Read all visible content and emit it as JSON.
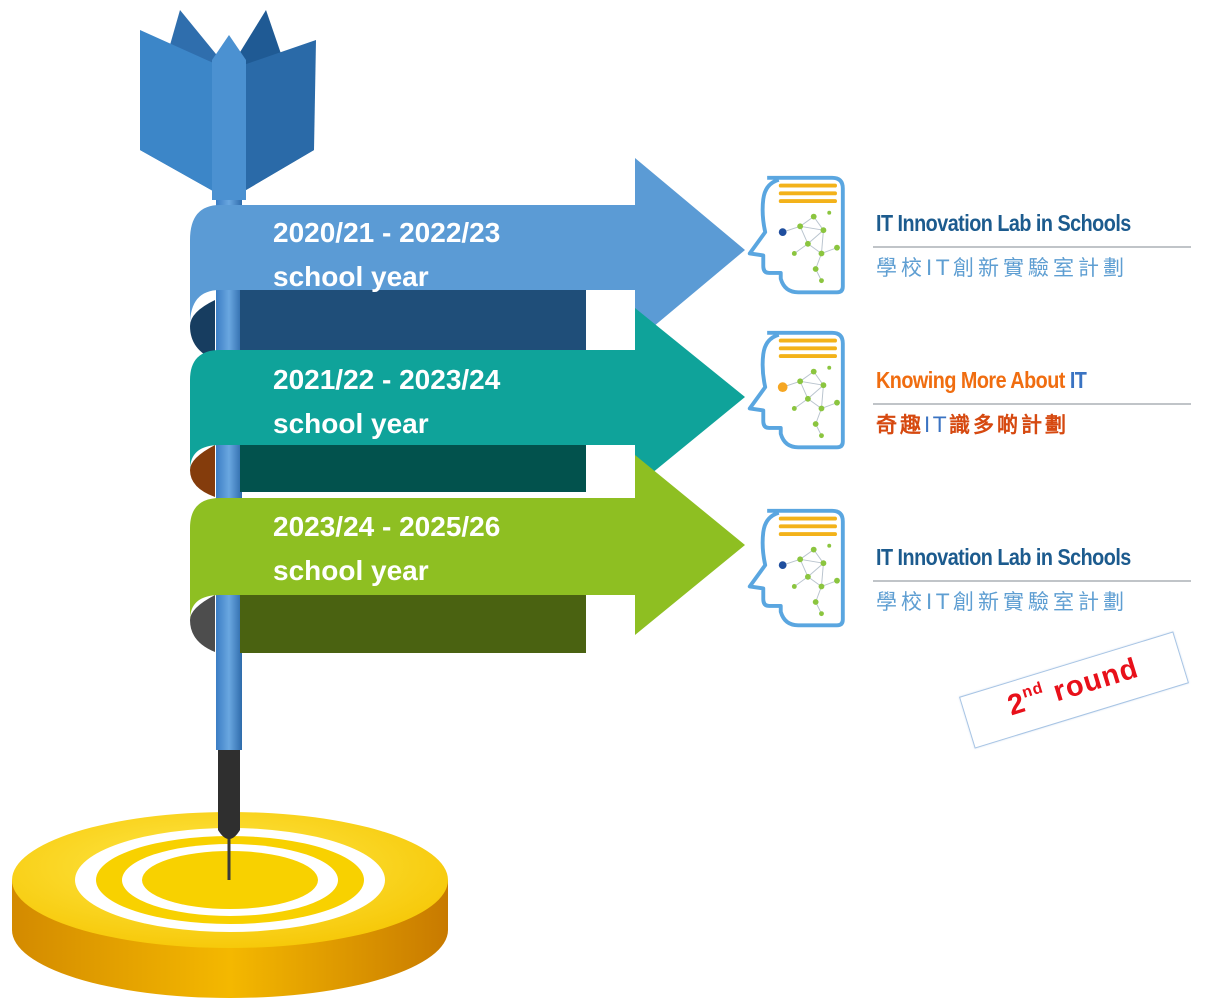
{
  "timeline": [
    {
      "period": "2020/21 - 2022/23",
      "label": "school year",
      "color": "#5b9bd5",
      "dark": "#1f4e79"
    },
    {
      "period": "2021/22 - 2023/24",
      "label": "school year",
      "color": "#0fa39a",
      "dark": "#02524d"
    },
    {
      "period": "2023/24 - 2025/26",
      "label": "school year",
      "color": "#8ebf22",
      "dark": "#4a6211"
    }
  ],
  "programmes": [
    {
      "title": "IT Innovation Lab in Schools",
      "subtitle": "學校IT創新實驗室計劃"
    },
    {
      "title_part1": "Knowing More About ",
      "title_part2": "IT",
      "sub_part1": "奇趣",
      "sub_part2": "IT",
      "sub_part3": "識多啲計劃"
    },
    {
      "title": "IT Innovation Lab in Schools",
      "subtitle": "學校IT創新實驗室計劃"
    }
  ],
  "badge": {
    "ordinal": "2",
    "suffix": "nd",
    "word": "round"
  },
  "icons": {
    "target": "target-icon",
    "dart": "dart-icon",
    "head": "ai-head-icon"
  },
  "colors": {
    "logo_blue": "#1c5b8e",
    "logo_orange": "#f06d10",
    "badge_red": "#e8101a",
    "target_gold": "#f6c900"
  }
}
